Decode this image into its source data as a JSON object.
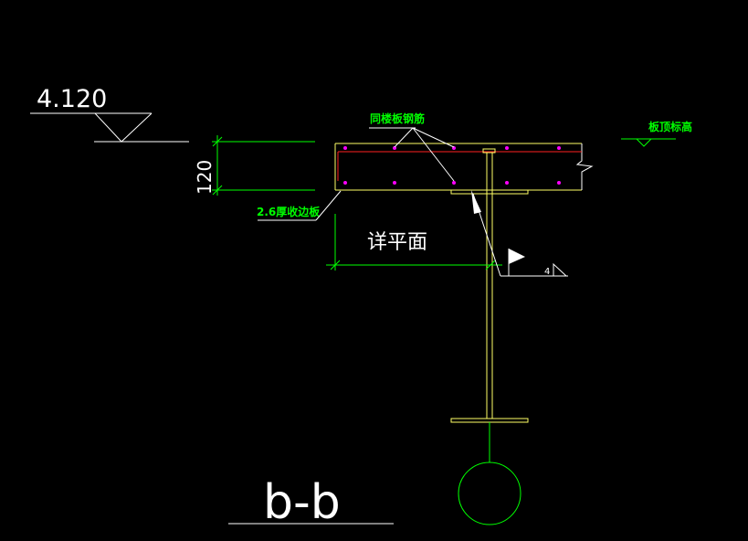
{
  "elevation_left": {
    "value": "4.120"
  },
  "dimension_thickness": {
    "value": "120"
  },
  "labels": {
    "slab_rebar": "同楼板钢筋",
    "slab_top_elevation": "板顶标高",
    "edge_plate": "2.6厚收边板",
    "see_plan": "详平面",
    "weld_size": "4"
  },
  "section_title": "b-b",
  "colors": {
    "background": "#000000",
    "slab_outline": "#ffff66",
    "annotation": "#00ff00",
    "rebar_line": "#ff2020",
    "rebar_dot": "#ff00ff",
    "text": "#ffffff"
  }
}
